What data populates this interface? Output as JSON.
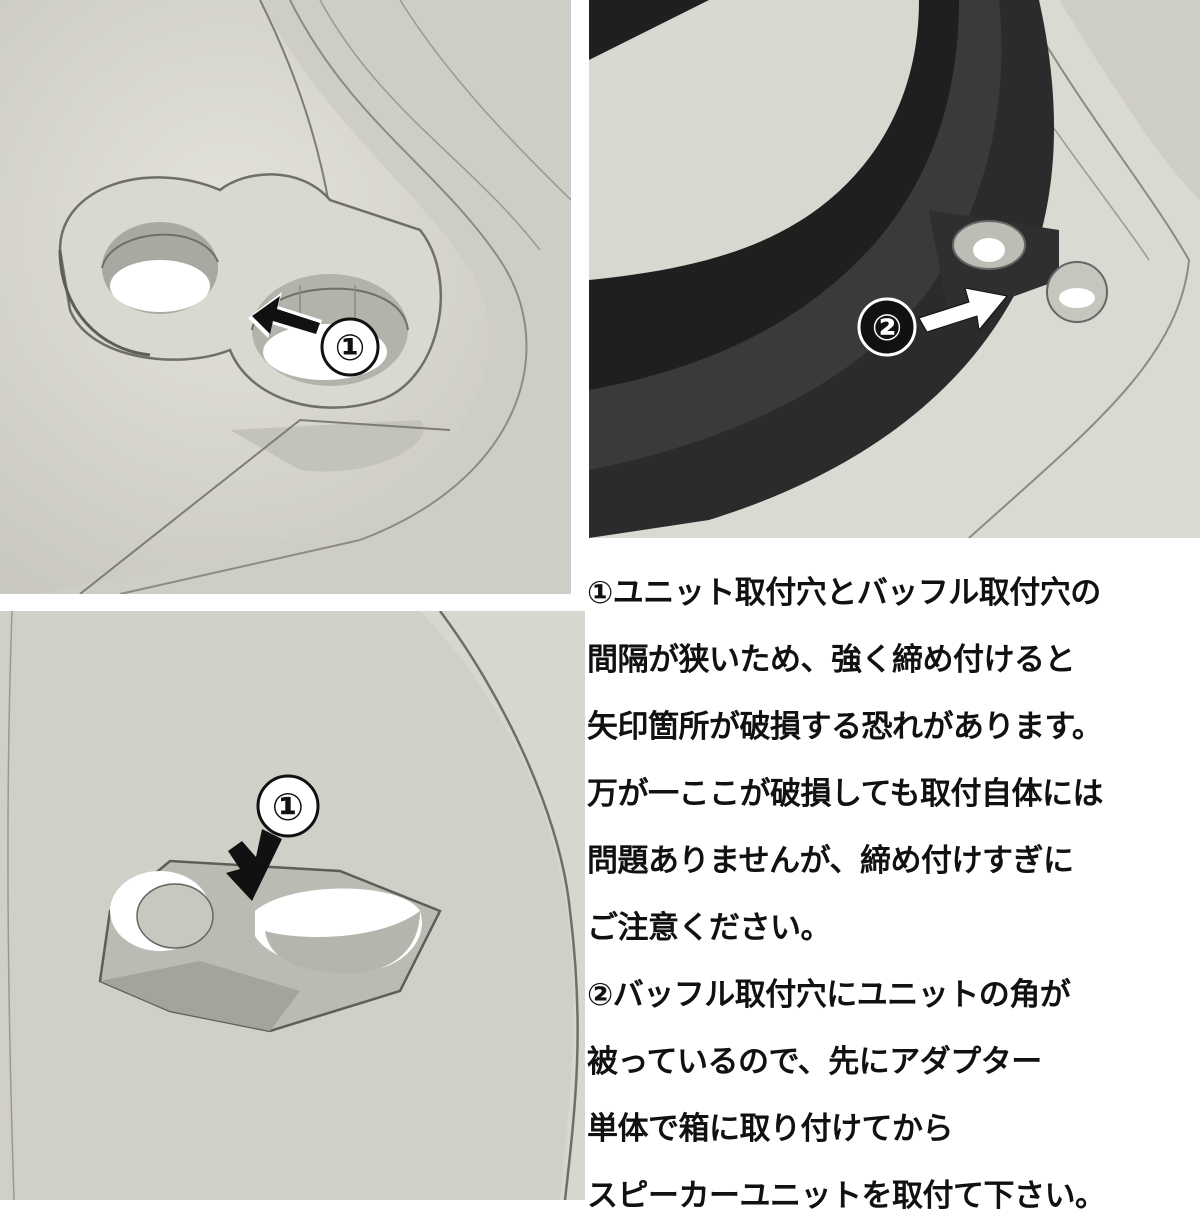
{
  "panels": {
    "top_left": {
      "callout_label": "①"
    },
    "top_right": {
      "callout_label": "②"
    },
    "bottom_left": {
      "callout_label": "①"
    }
  },
  "notes": {
    "lines": [
      "①ユニット取付穴とバッフル取付穴の",
      "間隔が狭いため、強く締め付けると",
      "矢印箇所が破損する恐れがあります。",
      "万が一ここが破損しても取付自体には",
      "問題ありませんが、締め付けすぎに",
      "ご注意ください。",
      "②バッフル取付穴にユニットの角が",
      "被っているので、先にアダプター",
      "単体で箱に取り付けてから",
      "スピーカーユニットを取付て下さい。"
    ]
  },
  "colors": {
    "surface": "#d8d7cf",
    "background": "#ffffff",
    "speaker_rubber": "#2b2b2b",
    "text": "#111111"
  }
}
